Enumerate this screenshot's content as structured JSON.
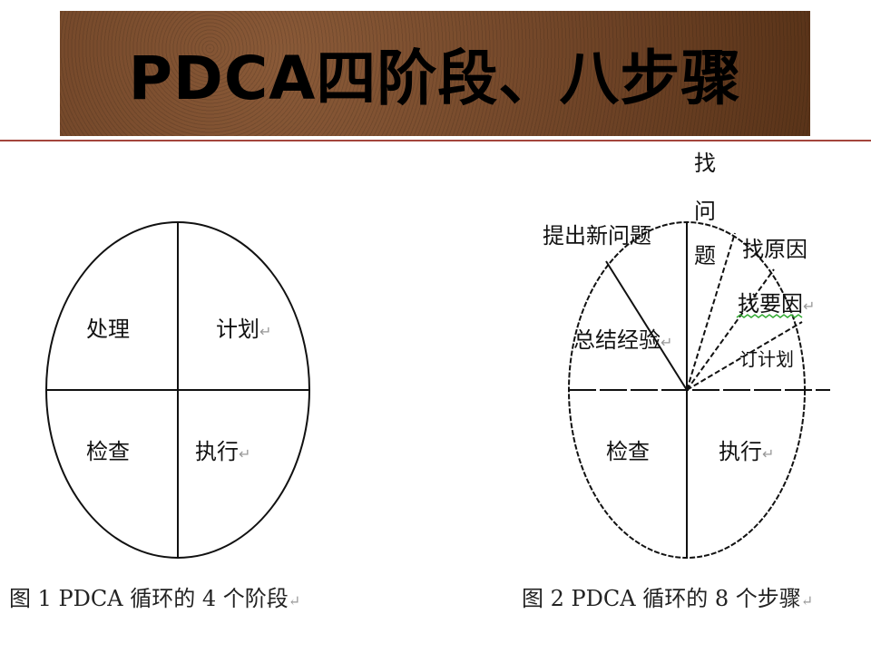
{
  "title": "PDCA四阶段、八步骤",
  "fig1": {
    "q1": "处理",
    "q2": "计划",
    "q3": "检查",
    "q4": "执行",
    "caption": "图 1   PDCA 循环的 4 个阶段"
  },
  "fig2": {
    "s1": "找",
    "s1b": "问",
    "s1c": "题",
    "s2": "找原因",
    "s3": "找要因",
    "s4": "订计划",
    "s5": "执行",
    "s6": "检查",
    "s7": "总结经验",
    "s8": "提出新问题",
    "caption": "图 2   PDCA 循环的 8 个步骤"
  },
  "return_mark": "↵"
}
